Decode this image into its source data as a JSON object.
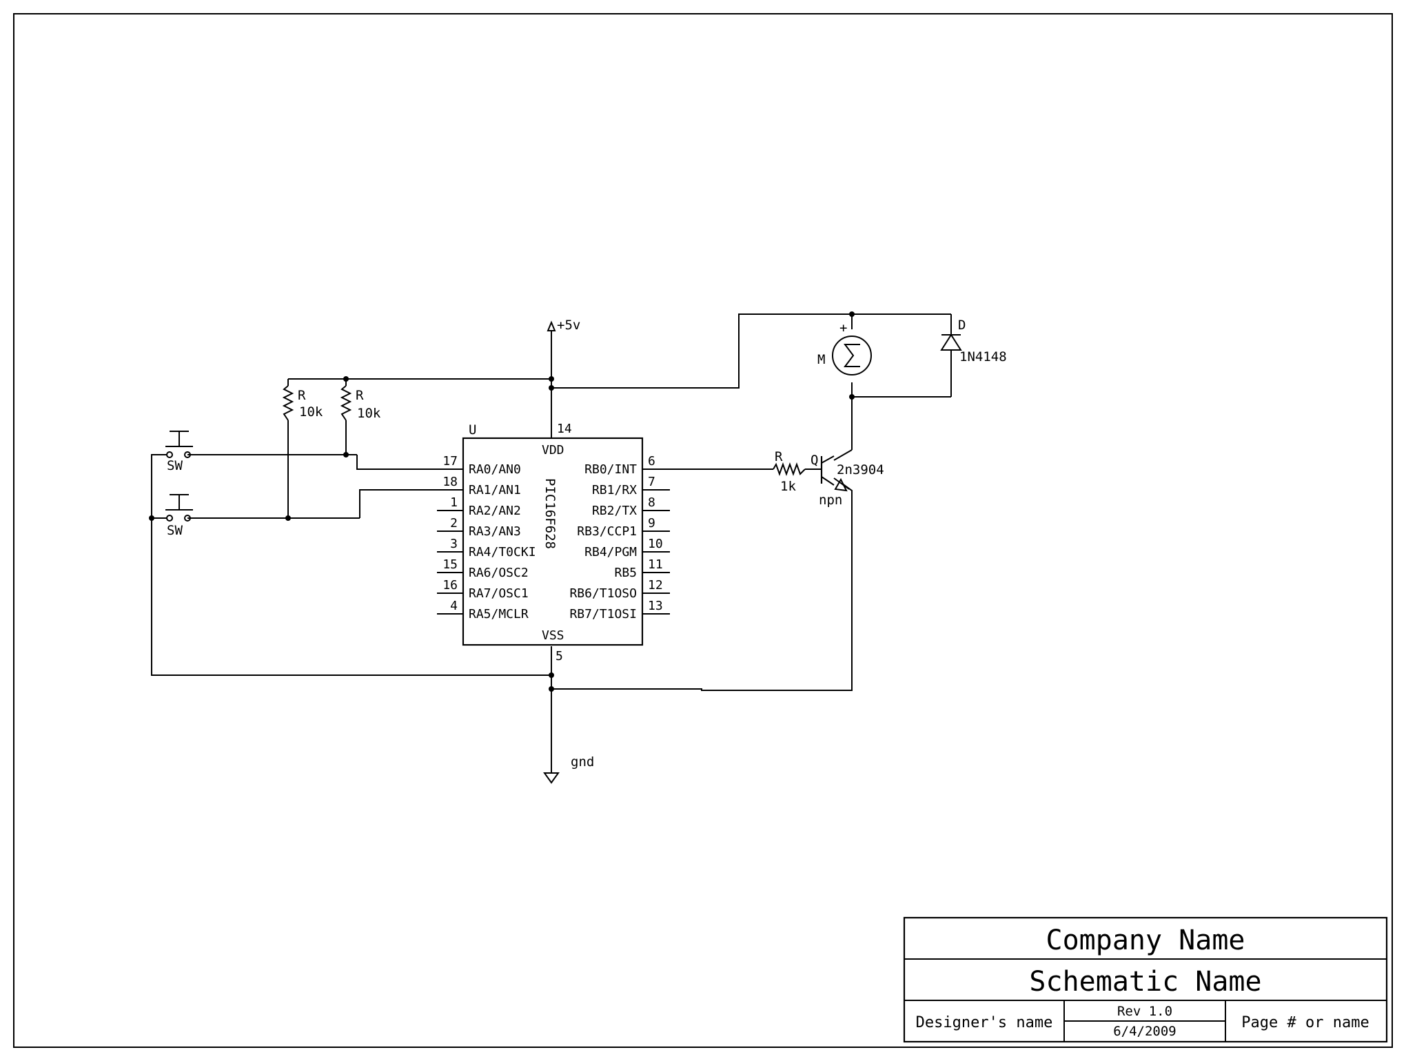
{
  "supply": {
    "vcc_label": "+5v",
    "gnd_label": "gnd"
  },
  "ic": {
    "ref": "U",
    "part": "PIC16F628",
    "vdd": {
      "name": "VDD",
      "pin": "14"
    },
    "vss": {
      "name": "VSS",
      "pin": "5"
    },
    "left_pins": [
      {
        "pin": "17",
        "name": "RA0/AN0"
      },
      {
        "pin": "18",
        "name": "RA1/AN1"
      },
      {
        "pin": "1",
        "name": "RA2/AN2"
      },
      {
        "pin": "2",
        "name": "RA3/AN3"
      },
      {
        "pin": "3",
        "name": "RA4/T0CKI"
      },
      {
        "pin": "15",
        "name": "RA6/OSC2"
      },
      {
        "pin": "16",
        "name": "RA7/OSC1"
      },
      {
        "pin": "4",
        "name": "RA5/MCLR"
      }
    ],
    "right_pins": [
      {
        "pin": "6",
        "name": "RB0/INT"
      },
      {
        "pin": "7",
        "name": "RB1/RX"
      },
      {
        "pin": "8",
        "name": "RB2/TX"
      },
      {
        "pin": "9",
        "name": "RB3/CCP1"
      },
      {
        "pin": "10",
        "name": "RB4/PGM"
      },
      {
        "pin": "11",
        "name": "RB5"
      },
      {
        "pin": "12",
        "name": "RB6/T1OSO"
      },
      {
        "pin": "13",
        "name": "RB7/T1OSI"
      }
    ]
  },
  "resistors": [
    {
      "ref": "R",
      "value": "10k"
    },
    {
      "ref": "R",
      "value": "10k"
    },
    {
      "ref": "R",
      "value": "1k"
    }
  ],
  "switches": [
    {
      "ref": "SW"
    },
    {
      "ref": "SW"
    }
  ],
  "transistor": {
    "ref": "Q",
    "part": "2n3904",
    "type": "npn"
  },
  "motor": {
    "ref": "M",
    "polarity": "+"
  },
  "diode": {
    "ref": "D",
    "part": "1N4148"
  },
  "title_block": {
    "company": "Company Name",
    "schematic": "Schematic Name",
    "designer": "Designer's name",
    "rev": "Rev 1.0",
    "date": "6/4/2009",
    "page": "Page # or name"
  }
}
